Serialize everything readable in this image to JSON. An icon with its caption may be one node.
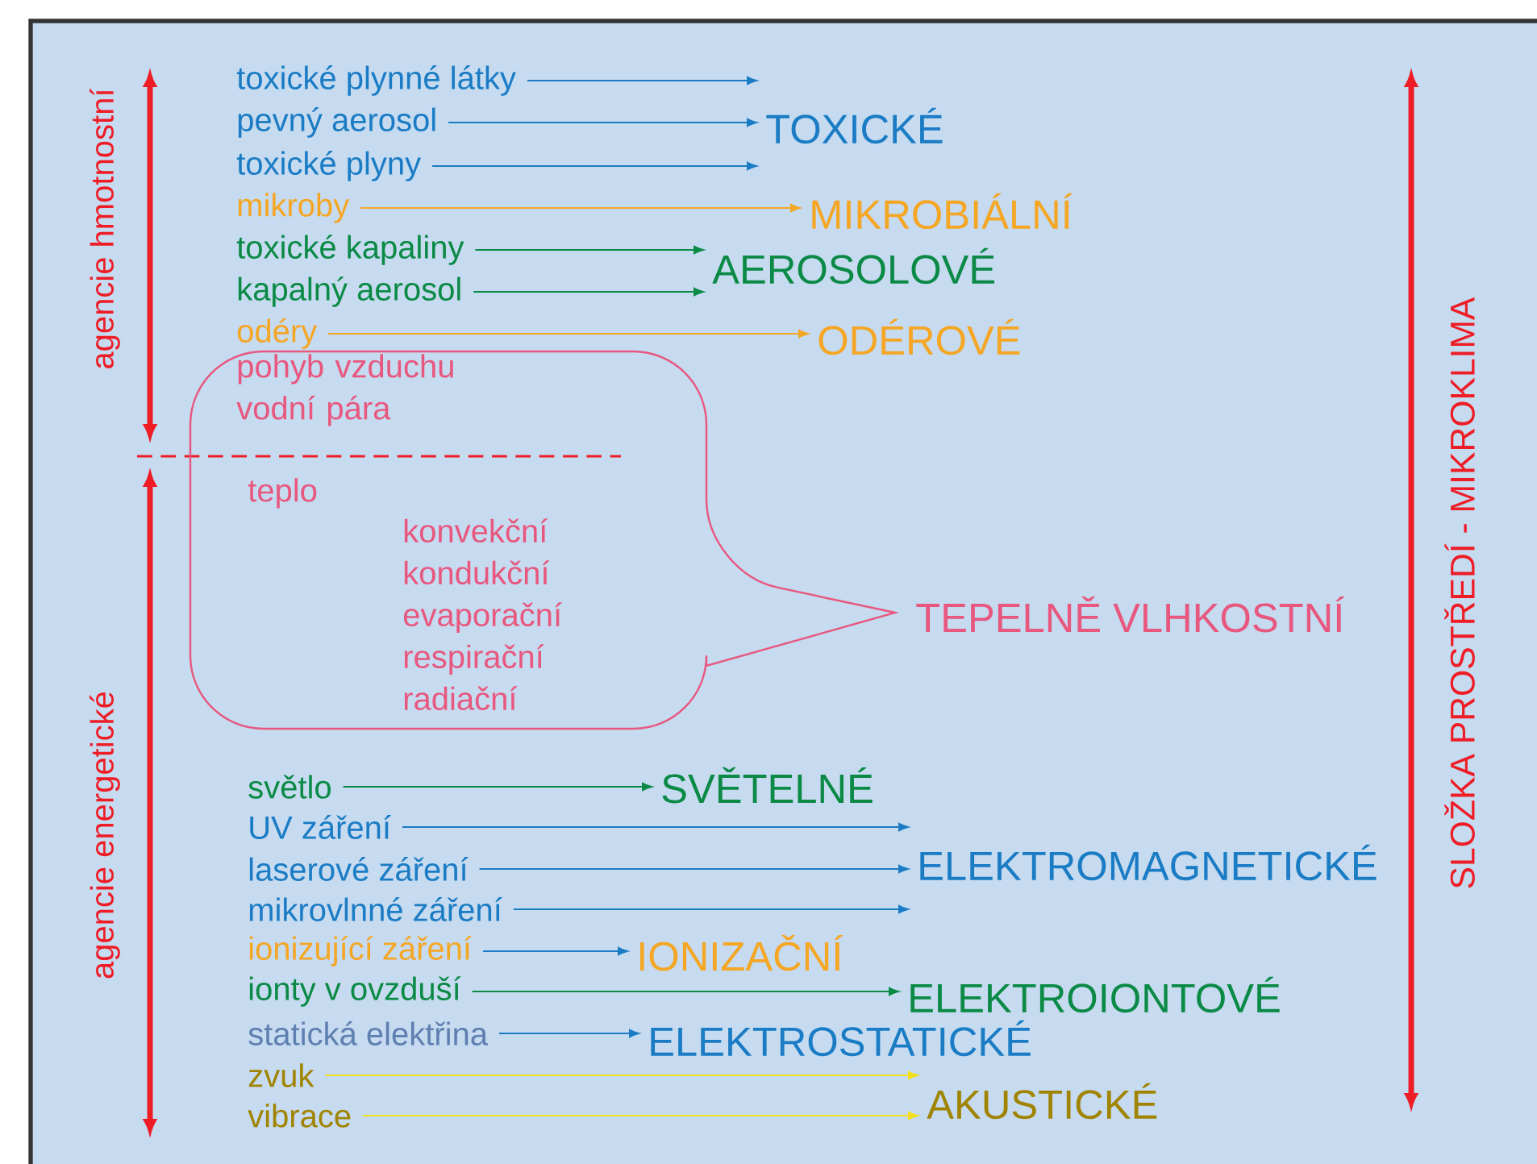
{
  "diagram": {
    "nodes": [
      {
        "text": [
          "toxické plynné látky"
        ]
      },
      {
        "text": [
          "TOXICKÉ"
        ]
      },
      {
        "text": [
          "pevný aerosol"
        ]
      },
      {
        "text": [
          "toxické plyny"
        ]
      },
      {
        "text": [
          "mikroby"
        ]
      },
      {
        "text": [
          "MIKROBIÁLNÍ"
        ]
      },
      {
        "text": [
          "toxické kapaliny"
        ]
      },
      {
        "text": [
          "AEROSOLOVÉ"
        ]
      },
      {
        "text": [
          "kapalný aerosol"
        ]
      },
      {
        "text": [
          "odéry"
        ]
      },
      {
        "text": [
          "ODÉROVÉ"
        ]
      },
      {
        "text": [
          "pohyb vzduchu vodní pára",
          "teplo",
          "konvekční kondukční evaporační respirační radiační"
        ],
        "beside": [
          "TEPELNĚ VLHKOSTNÍ"
        ]
      },
      {
        "text": [
          "světlo"
        ]
      },
      {
        "text": [
          "SVĚTELNÉ"
        ]
      },
      {
        "text": [
          "UV záření"
        ]
      },
      {
        "text": [
          "ELEKTROMAGNETICKÉ"
        ]
      },
      {
        "text": [
          "laserové záření"
        ]
      },
      {
        "text": [
          "mikrovlnné záření"
        ]
      },
      {
        "text": [
          "ionizující záření"
        ]
      },
      {
        "text": [
          "IONIZAČNÍ"
        ]
      },
      {
        "text": [
          "ionty v ovzduší"
        ]
      },
      {
        "text": [
          "ELEKTROIONTOVÉ"
        ]
      },
      {
        "text": [
          "statická elektřina"
        ]
      },
      {
        "text": [
          "ELEKTROSTATICKÉ"
        ]
      },
      {
        "text": [
          "zvuk"
        ]
      },
      {
        "text": [
          "AKUSTICKÉ"
        ]
      },
      {
        "text": [
          "vibrace"
        ]
      }
    ],
    "edges": [
      {
        "from": 0,
        "to": 1,
        "arrow": "to"
      },
      {
        "from": 2,
        "to": 1,
        "arrow": "to"
      },
      {
        "from": 3,
        "to": 1,
        "arrow": "to"
      },
      {
        "from": 4,
        "to": 5,
        "arrow": "to",
        "color": "#f5a623"
      },
      {
        "from": 6,
        "to": 7,
        "arrow": "to",
        "color": "#0a8a45"
      },
      {
        "from": 8,
        "to": 7,
        "arrow": "to",
        "color": "#0a8a45"
      },
      {
        "from": 9,
        "to": 10,
        "arrow": "to",
        "color": "#f5a623"
      },
      {
        "from": 12,
        "to": 13,
        "arrow": "to",
        "color": "#0a8a45"
      },
      {
        "from": 14,
        "to": 15,
        "arrow": "to"
      },
      {
        "from": 16,
        "to": 15,
        "arrow": "to"
      },
      {
        "from": 17,
        "to": 15,
        "arrow": "to"
      },
      {
        "from": 18,
        "to": 19,
        "arrow": "to"
      },
      {
        "from": 20,
        "to": 21,
        "arrow": "to",
        "color": "#0a8a45"
      },
      {
        "from": 22,
        "to": 23,
        "arrow": "to"
      },
      {
        "from": 24,
        "to": 25,
        "arrow": "to",
        "color": "#f3df1c"
      },
      {
        "from": 26,
        "to": 25,
        "arrow": "to",
        "color": "#f3df1c"
      }
    ],
    "labels": [
      "agencie hmotnostní",
      "agencie energetické",
      "SLOŽKA PROSTŘEDÍ - MIKROKLIMA"
    ]
  }
}
